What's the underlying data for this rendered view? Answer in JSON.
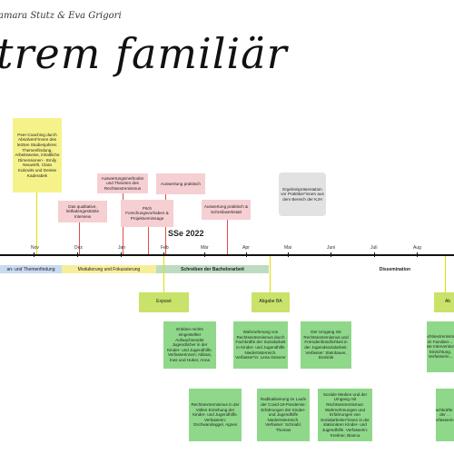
{
  "header": {
    "authors": "amara Stutz & Eva Grigori",
    "title": "trem familiär"
  },
  "timeline": {
    "semester": "SSe 2022",
    "months": [
      "Nov",
      "Dez",
      "Jan",
      "Feb",
      "Mär",
      "Apr",
      "Mai",
      "Juni",
      "Juli",
      "Aug"
    ]
  },
  "phases": [
    {
      "label": "an- und Themenfindung",
      "color": "#c9daf2"
    },
    {
      "label": "Modulierung und Fokussierung",
      "color": "#f7ee9a"
    },
    {
      "label": "Schreiben der Bachelorarbeit",
      "color": "#bcdcc2"
    },
    {
      "label": "Dissemination"
    }
  ],
  "events_above": [
    {
      "id": "peer",
      "text": "Peer-Coaching durch Absolvent*innen des letzten Studienjahres: Themenfindung, Arbeitsweise, inhaltliche Dimensionen - Emily Neuwirth, Clara Kubovits und Denise Kaderabek"
    },
    {
      "id": "qualitativ",
      "text": "Das qualitative, leitfadengestützte Interview"
    },
    {
      "id": "methoden",
      "text": "Auswertungsmethoden und Theorien des Rechtsextremismus"
    },
    {
      "id": "pitch",
      "text": "Pitch Forschungsvorhaben & Projektvernissage"
    },
    {
      "id": "auswertung",
      "text": "Auswertung praktisch"
    },
    {
      "id": "schreib",
      "text": "Auswertung praktisch & Schreibwerkstatt"
    },
    {
      "id": "ergebnis",
      "text": "Ergebnispräsentation vor Praktiker*innen aus dem Bereich der KJH"
    }
  ],
  "milestones": [
    {
      "label": "Exposé"
    },
    {
      "label": "Abgabe BA"
    },
    {
      "label": "Ab"
    }
  ],
  "topics": [
    "Erleben rechts eingestellter Aufwachsender Jugendlicher in der Kinder- und Jugendhilfe. Verfasserinnen: Abbasi, Ines und Huber, Anna",
    "Wahrnehmung von Rechtsextremismus durch Fachkräfte der Sozialarbeit in Kinder- und Jugendhilfe Niederösterreich. Verfasser*in: Lena Geserer",
    "Der Umgang mit Rechtsextremismus und Fremdenfeindlichkeit in der Jugendsozialarbeit. Verfasser: Steinbauer, Dominik",
    "Rechtsextremismus in der Vollen Erziehung der Kinder- und Jugendhilfe. Verfasserin: Gschwandegger, Agnes",
    "Radikalisierung im Laufe der Covid-19-Pandemie: Erfahrungen der Kinder- und Jugendhilfe Niederösterreich. Verfasser: Schnabl, Thomas",
    "Soziale Medien und der Umgang mit Rechtsextremismus: Wahrnehmungen und Erfahrungen von Sozialarbeiter*innen in der stationären Kinder- und Jugendhilfe. Verfasserin: Kreitner, Bianca",
    "Rechtsextremismus im Familien-... Erste Intervention... Einrichtung. Verfasserin...",
    "Fachkräfte in der ... Verfasserin..."
  ]
}
